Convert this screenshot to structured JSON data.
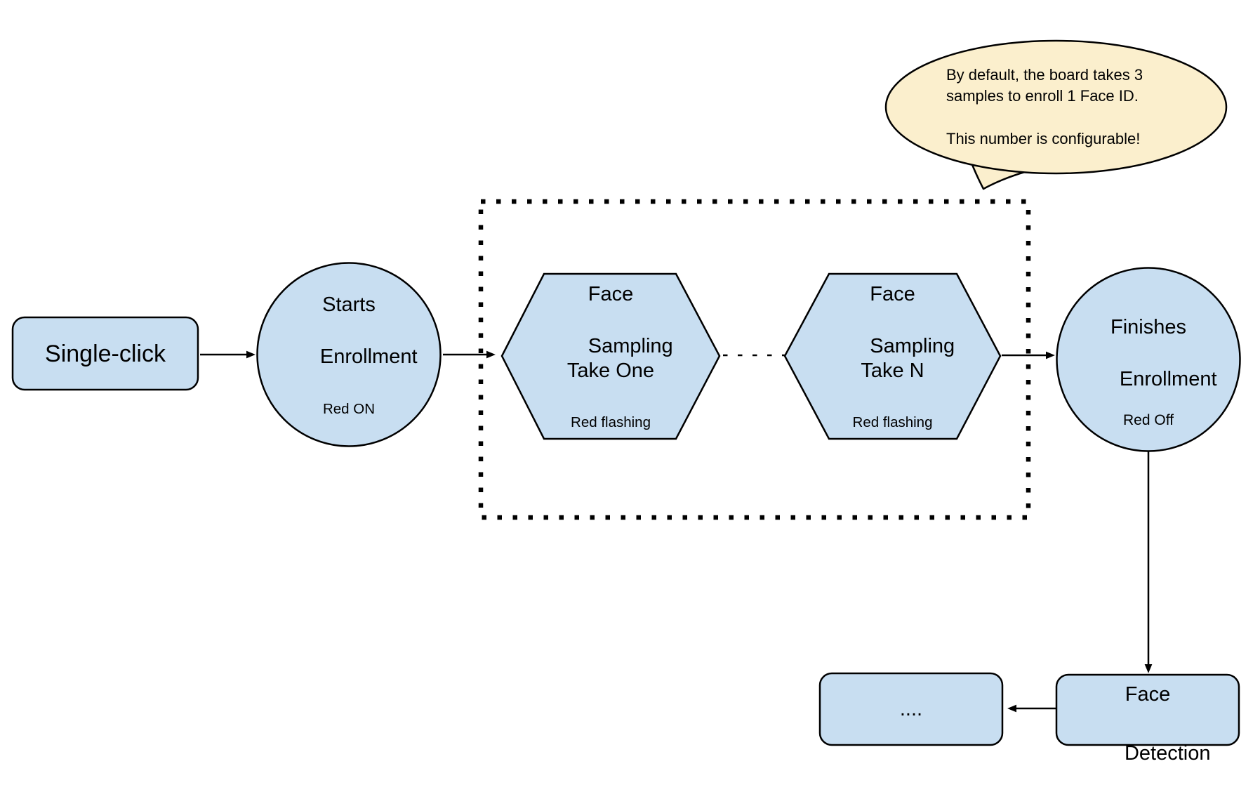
{
  "colors": {
    "node_fill": "#C8DEF1",
    "node_border": "#000000",
    "bubble_fill": "#FBEFCD",
    "bubble_border": "#000000",
    "connector": "#000000",
    "background": "#ffffff"
  },
  "callout": {
    "line1": "By default, the board takes 3",
    "line2": "samples to enroll 1 Face ID.",
    "line3": "This number is configurable!"
  },
  "nodes": {
    "single_click": {
      "label": "Single-click"
    },
    "starts_enrollment": {
      "line1": "Starts",
      "line2": "Enrollment",
      "status": "Red ON"
    },
    "face_sampling_one": {
      "line1": "Face",
      "line2": "Sampling",
      "take": "Take One",
      "status": "Red flashing"
    },
    "face_sampling_n": {
      "line1": "Face",
      "line2": "Sampling",
      "take": "Take N",
      "status": "Red flashing"
    },
    "finishes_enrollment": {
      "line1": "Finishes",
      "line2": "Enrollment",
      "status": "Red Off"
    },
    "face_detection": {
      "line1": "Face",
      "line2": "Detection"
    },
    "continuation": {
      "label": "...."
    }
  }
}
